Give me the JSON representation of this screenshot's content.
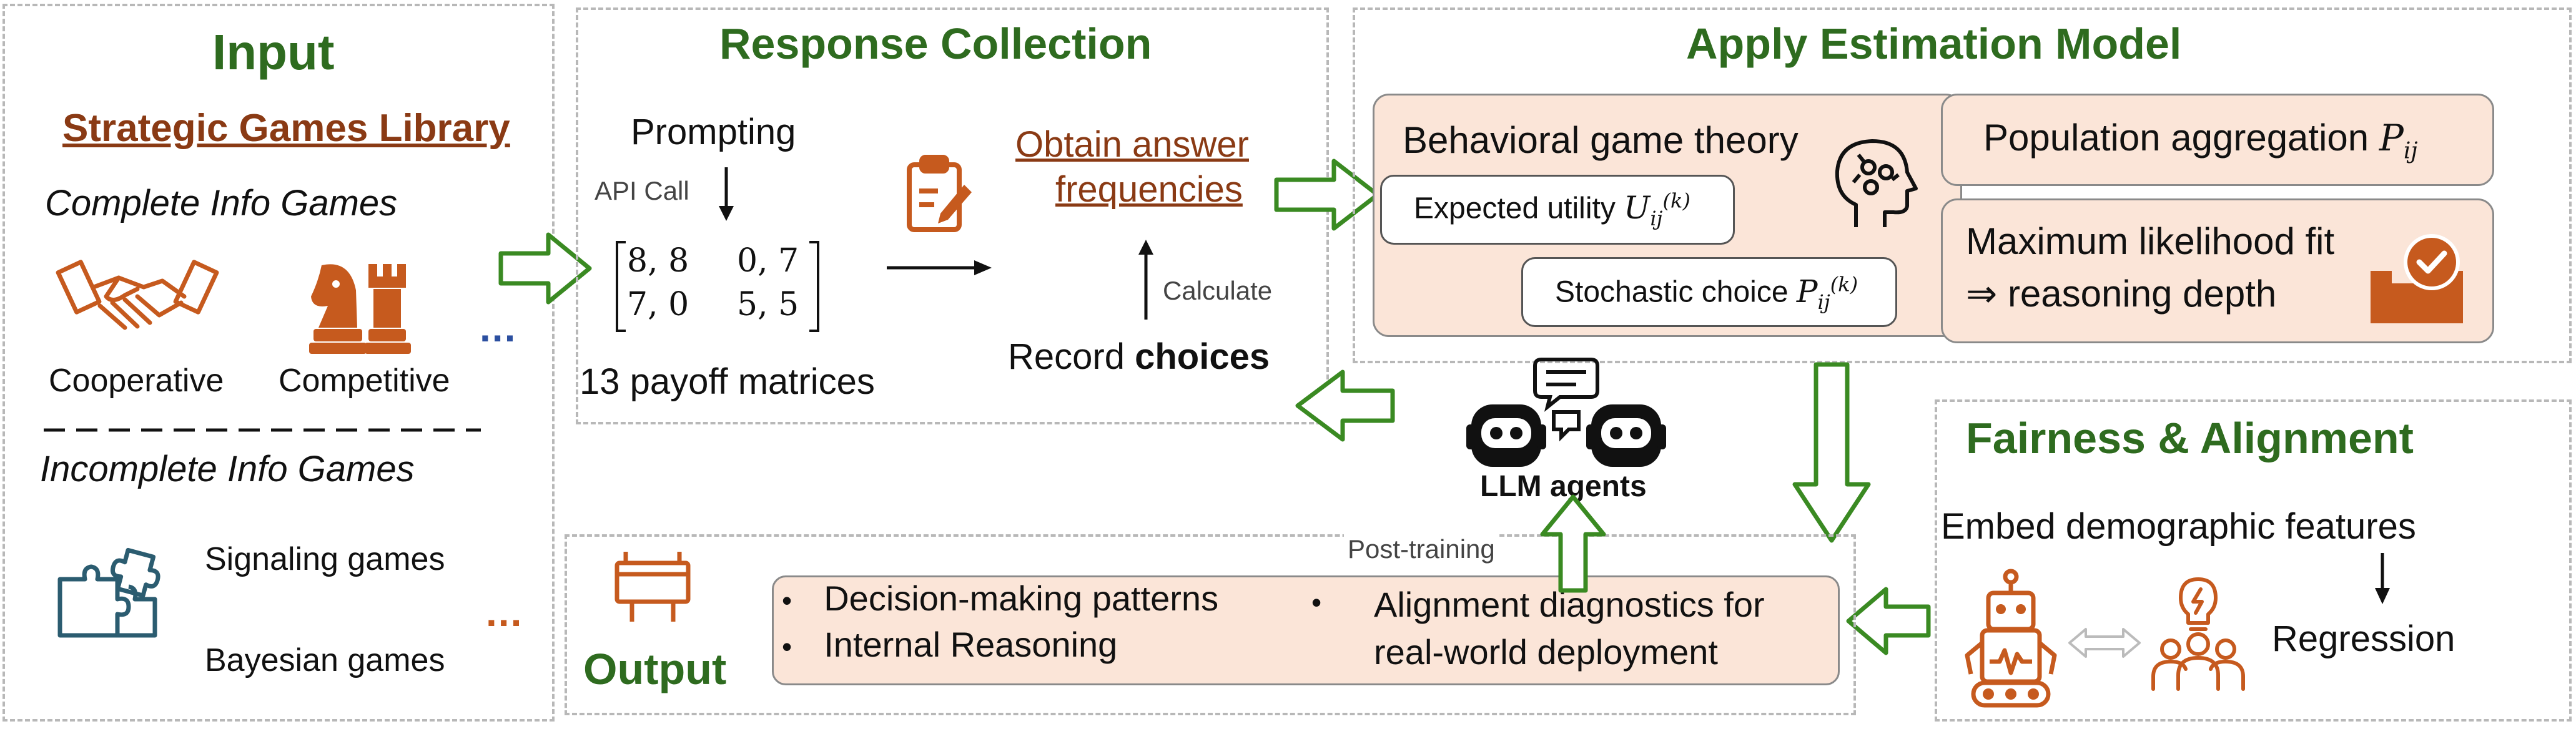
{
  "input": {
    "title": "Input",
    "library": "Strategic Games Library",
    "complete": "Complete Info Games",
    "cooperative": "Cooperative",
    "competitive": "Competitive",
    "incomplete": "Incomplete Info Games",
    "signaling": "Signaling games",
    "bayesian": "Bayesian games",
    "ellipsis1": "...",
    "ellipsis2": "..."
  },
  "response": {
    "title": "Response Collection",
    "prompting": "Prompting",
    "api_call": "API Call",
    "matrix": {
      "r1c1": "8, 8",
      "r1c2": "0, 7",
      "r2c1": "7, 0",
      "r2c2": "5, 5"
    },
    "payoff": "13 payoff matrices",
    "obtain1": "Obtain answer",
    "obtain2": "frequencies",
    "calculate": "Calculate",
    "record": "Record",
    "choices": "choices"
  },
  "estimation": {
    "title": "Apply Estimation Model",
    "behavioral": "Behavioral game theory",
    "expected": "Expected utility",
    "stochastic": "Stochastic choice",
    "population": "Population aggregation",
    "mle1": "Maximum likelihood fit",
    "mle2": "⇒ reasoning depth"
  },
  "agents": {
    "label": "LLM agents"
  },
  "fairness": {
    "title": "Fairness & Alignment",
    "embed": "Embed demographic features",
    "regression": "Regression"
  },
  "output": {
    "title": "Output",
    "post_training": "Post-training",
    "bullet1": "Decision-making patterns",
    "bullet2": "Internal Reasoning",
    "diag1": "Alignment diagnostics for",
    "diag2": "real-world deployment"
  },
  "colors": {
    "green": "#2e6b1f",
    "brown": "#c65a1e",
    "peach": "#fbe5d8",
    "teal": "#2b5c70"
  }
}
